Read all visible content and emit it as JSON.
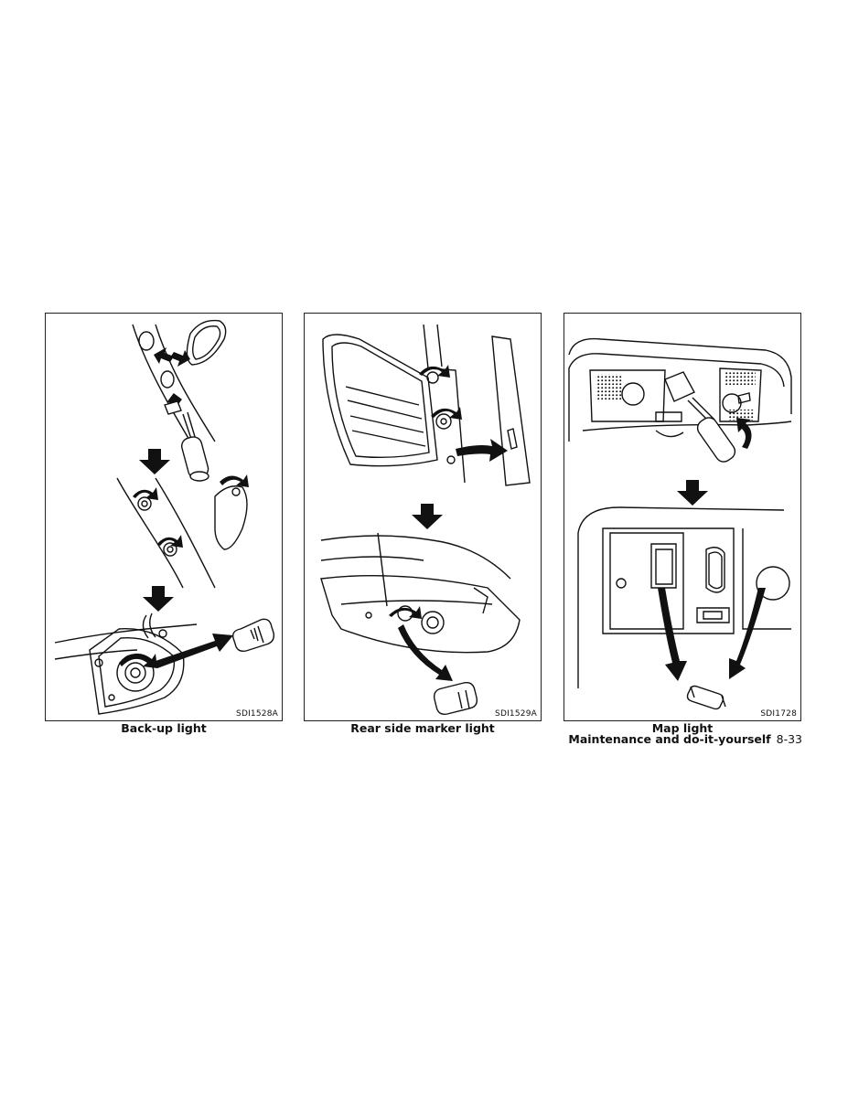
{
  "figures": [
    {
      "code": "SDI1528A",
      "caption": "Back-up light"
    },
    {
      "code": "SDI1529A",
      "caption": "Rear side marker light"
    },
    {
      "code": "SDI1728",
      "caption": "Map light"
    }
  ],
  "footer": {
    "section": "Maintenance and do-it-yourself",
    "page": "8-33"
  }
}
